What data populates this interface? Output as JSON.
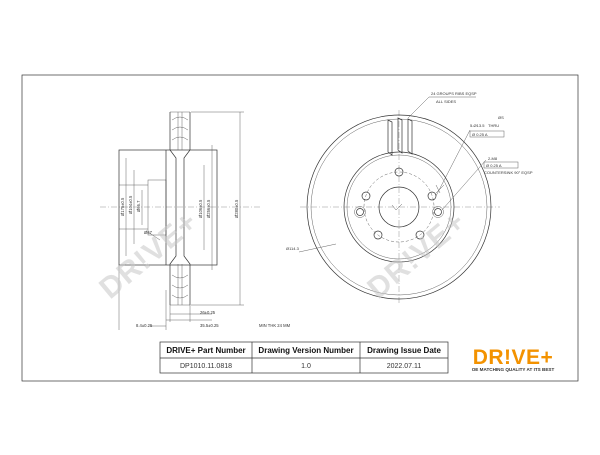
{
  "watermark": "DR!VE+",
  "table": {
    "headers": [
      "DRIVE+ Part Number",
      "Drawing Version Number",
      "Drawing Issue Date"
    ],
    "values": [
      "DP1010.11.0818",
      "1.0",
      "2022.07.11"
    ]
  },
  "brand": {
    "logo": "DR!VE+",
    "tagline": "OE MATCHING QUALITY AT ITS BEST",
    "accent_color": "#f39200"
  },
  "side_view": {
    "dims_vertical": [
      "Ø175±0.5",
      "Ø104±0.5",
      "Ø66.7",
      "Ø106±0.5",
      "Ø256±0.5",
      "Ø280±0.5"
    ],
    "center_label": "Ø67",
    "bottom_dims": [
      "8.4±0.25",
      "35.5±0.25",
      "26±0.25"
    ],
    "min_thickness": "MIN THK 24 MM"
  },
  "front_view": {
    "groups_label": "24 GROUPS RIBS EQSP",
    "all_sides": "ALL SIDES",
    "hole_spec": "5-Ø13.5",
    "hole_thru": "THRU",
    "tol_a": "Ø 0.25 A",
    "m8_spec": "2-M8",
    "tol_b": "Ø 0.25 A",
    "eqsp": "COUNTERSINK 90° EQSP",
    "pcd": "Ø114.3",
    "corner_note": "ØS"
  }
}
